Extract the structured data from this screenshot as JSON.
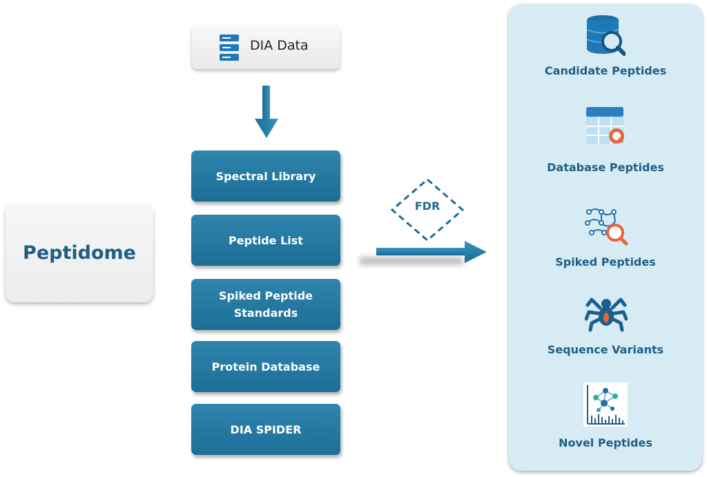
{
  "peptidome": {
    "label": "Peptidome"
  },
  "dia_data": {
    "label": "DIA Data",
    "icon": "database-stack-icon"
  },
  "methods": [
    {
      "label": "Spectral Library"
    },
    {
      "label": "Peptide List"
    },
    {
      "label": "Spiked Peptide Standards"
    },
    {
      "label": "Protein Database"
    },
    {
      "label": "DIA SPIDER"
    }
  ],
  "fdr": {
    "label": "FDR"
  },
  "outputs": [
    {
      "label": "Candidate Peptides",
      "icon": "database-search-icon"
    },
    {
      "label": "Database Peptides",
      "icon": "table-search-icon"
    },
    {
      "label": "Spiked Peptides",
      "icon": "molecule-search-icon"
    },
    {
      "label": "Sequence Variants",
      "icon": "spider-icon"
    },
    {
      "label": "Novel Peptides",
      "icon": "network-spectrum-icon"
    }
  ],
  "colors": {
    "primary_blue": "#1c6e97",
    "text_blue": "#1d5f88",
    "panel_bg": "#d6ebf3",
    "accent_orange": "#e8643c"
  }
}
